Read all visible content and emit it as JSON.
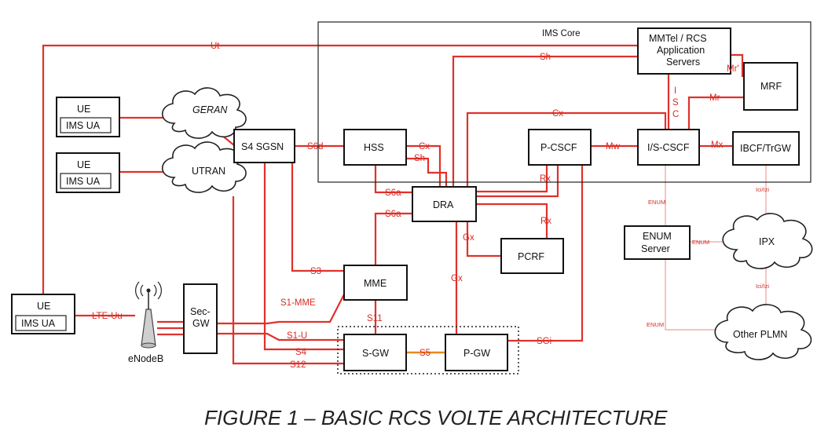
{
  "caption": "FIGURE 1 – BASIC RCS VOLTE ARCHITECTURE",
  "ims_core_label": "IMS Core",
  "nodes": {
    "ue_geran": "UE",
    "ue_geran_sub": "IMS UA",
    "ue_utran": "UE",
    "ue_utran_sub": "IMS UA",
    "ue_lte": "UE",
    "ue_lte_sub": "IMS UA",
    "geran": "GERAN",
    "utran": "UTRAN",
    "s4sgsn": "S4 SGSN",
    "hss": "HSS",
    "pcscf": "P-CSCF",
    "iscscf": "I/S-CSCF",
    "ibcf": "IBCF/TrGW",
    "mmtel_l1": "MMTel / RCS",
    "mmtel_l2": "Application",
    "mmtel_l3": "Servers",
    "mrf": "MRF",
    "dra": "DRA",
    "pcrf": "PCRF",
    "mme": "MME",
    "sgw": "S-GW",
    "pgw": "P-GW",
    "secgw_l1": "Sec-",
    "secgw_l2": "GW",
    "enodeb": "eNodeB",
    "enum_l1": "ENUM",
    "enum_l2": "Server",
    "ipx": "IPX",
    "other_plmn": "Other PLMN"
  },
  "interfaces": {
    "ut": "Ut",
    "sh_top": "Sh",
    "cx_top": "Cx",
    "mr_prime": "Mr'",
    "isc_i": "I",
    "isc_s": "S",
    "isc_c": "C",
    "mr": "Mr",
    "s6d": "S6d",
    "cx_hss": "Cx",
    "sh_hss": "Sh",
    "mw": "Mw",
    "mx": "Mx",
    "s6a_top": "S6a",
    "s6a_mme": "S6a",
    "rx_top": "Rx",
    "rx_pcrf": "Rx",
    "gx_pcrf": "Gx",
    "gx_pgw": "Gx",
    "s3": "S3",
    "s1mme": "S1-MME",
    "s11": "S11",
    "s1u": "S1-U",
    "s4": "S4",
    "s12": "S12",
    "s5": "S5",
    "sgi": "SGi",
    "lte_uu": "LTE-Uu",
    "enum_top": "ENUM",
    "enum_mid": "ENUM",
    "enum_bottom": "ENUM",
    "ici_top": "Ici/Izi",
    "ici_bottom": "Ici/Izi"
  }
}
